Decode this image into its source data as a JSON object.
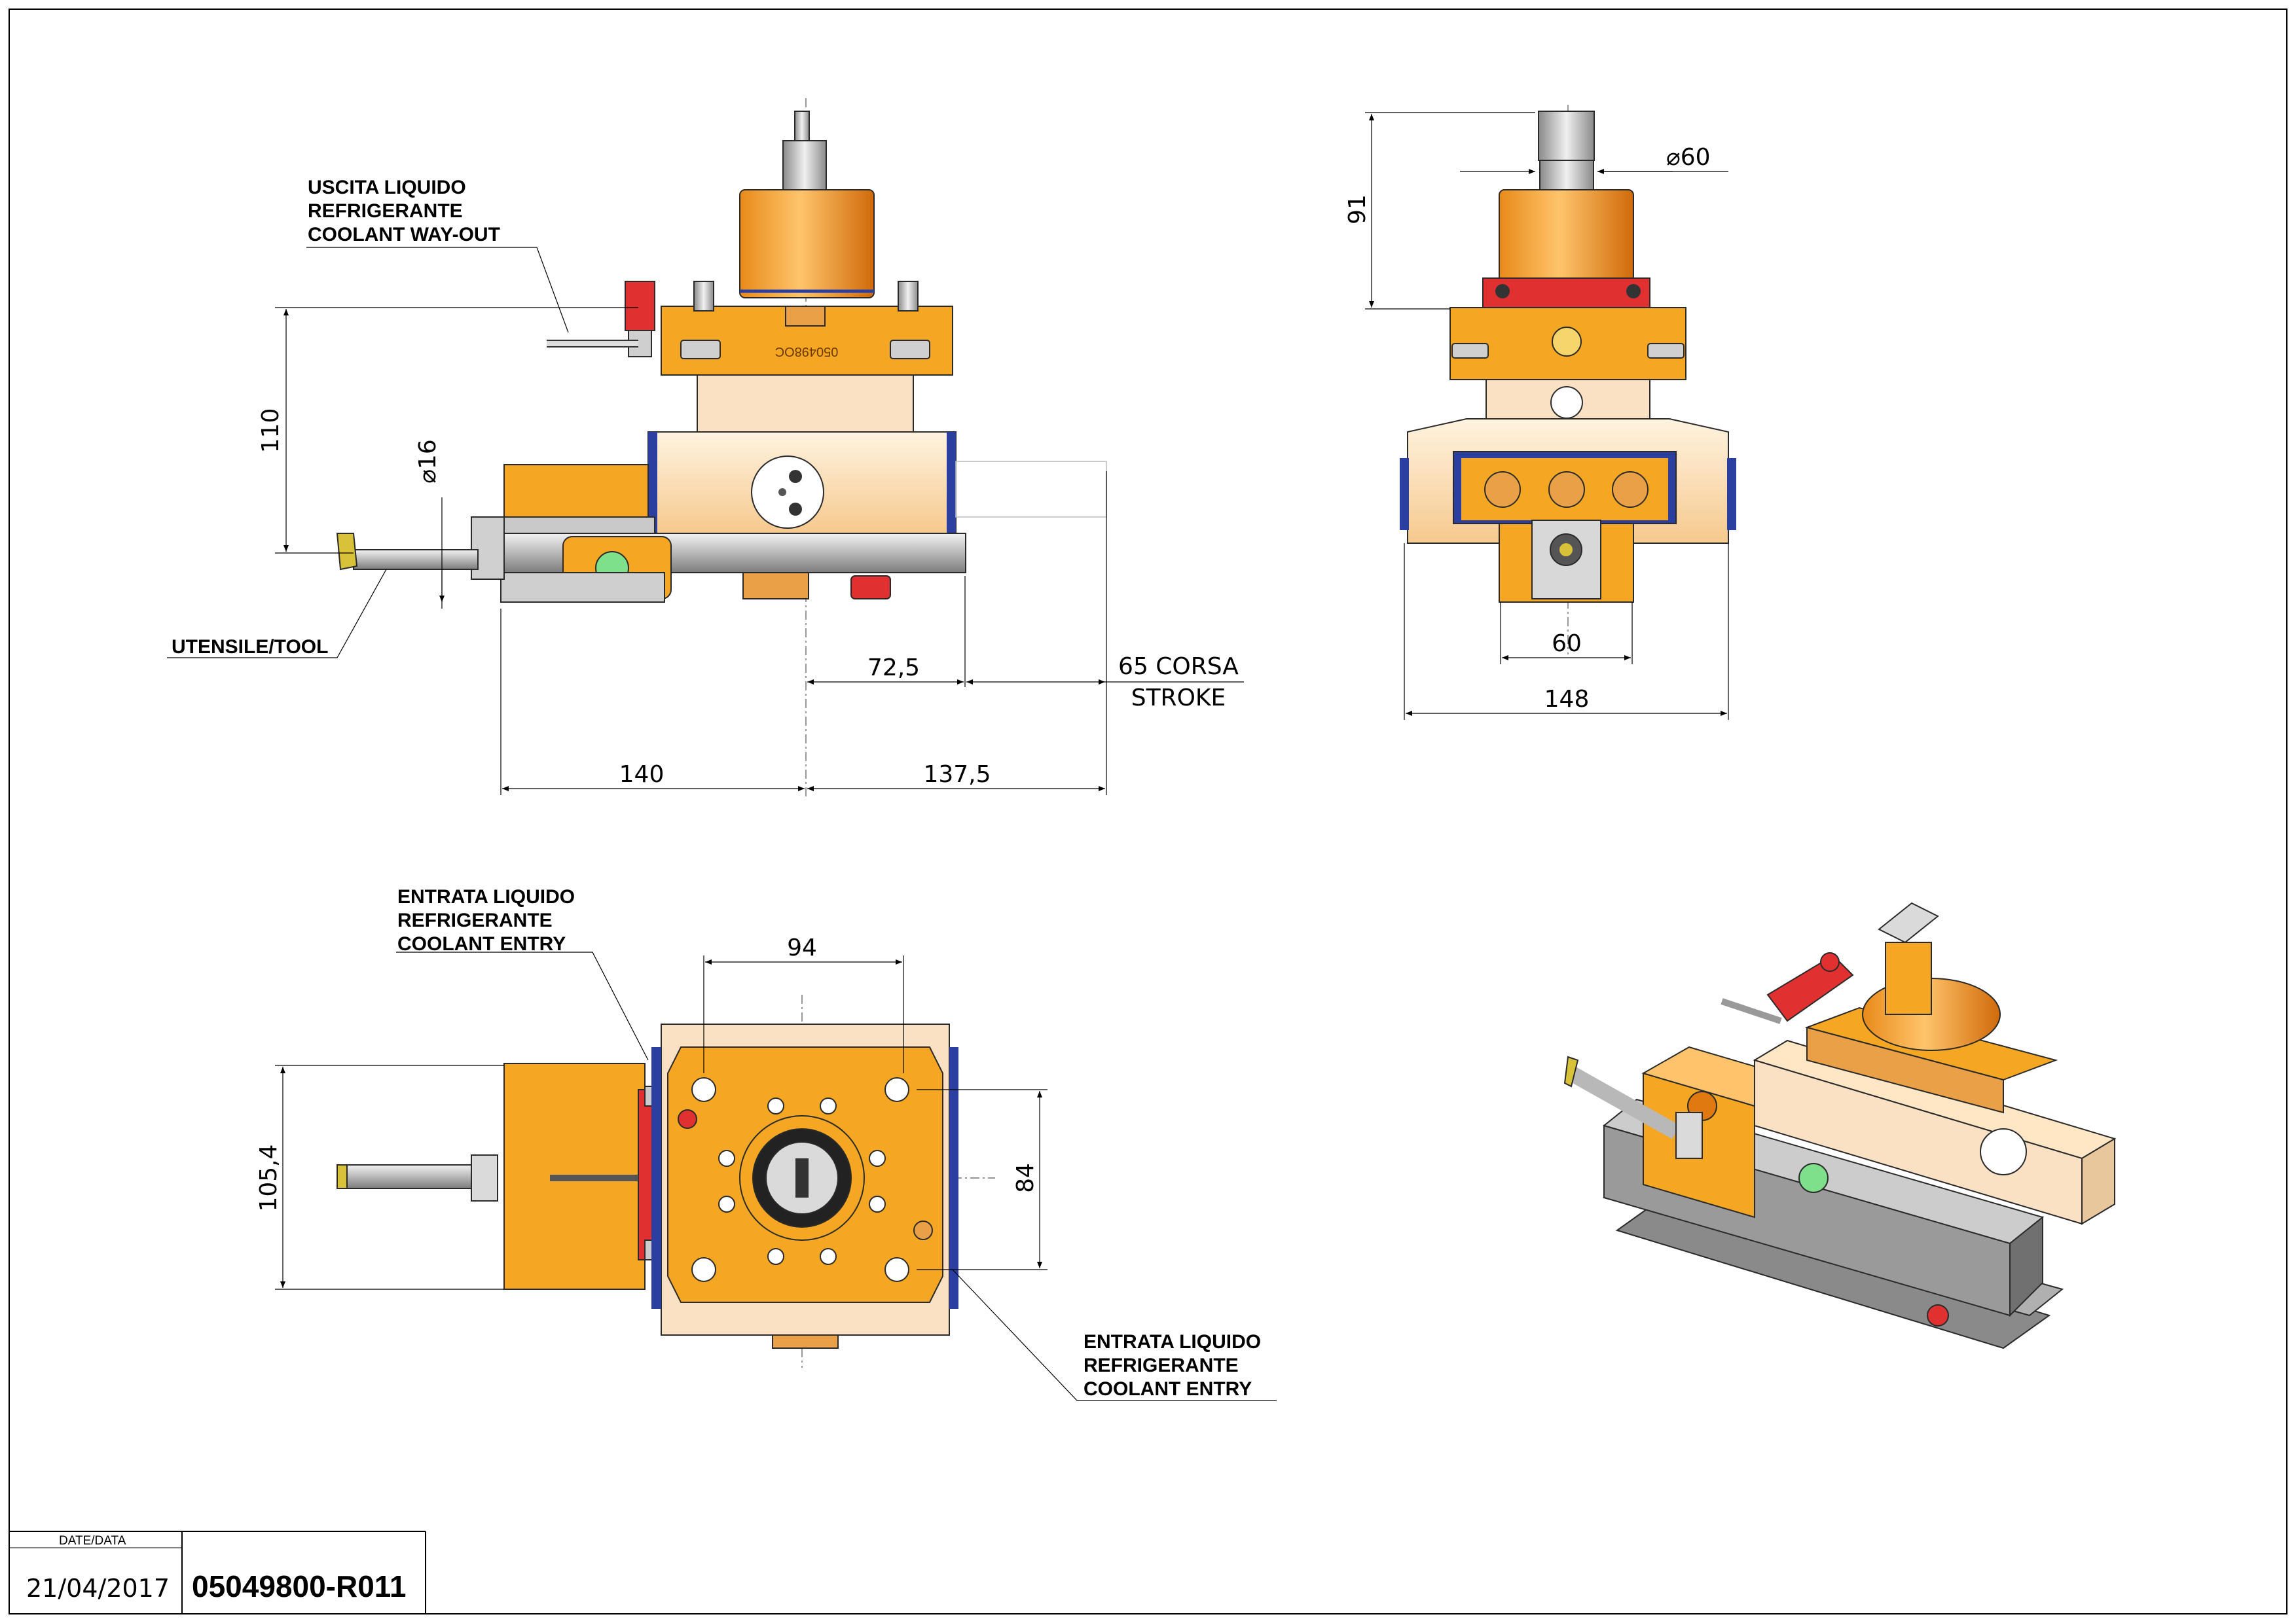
{
  "notes": {
    "coolant_out_it": "USCITA LIQUIDO",
    "coolant_out_it2": "REFRIGERANTE",
    "coolant_out_en": "COOLANT WAY-OUT",
    "tool": "UTENSILE/TOOL",
    "coolant_in_top_1": "ENTRATA LIQUIDO",
    "coolant_in_top_2": "REFRIGERANTE",
    "coolant_in_top_3": "COOLANT ENTRY",
    "coolant_in_bottom_1": "ENTRATA LIQUIDO",
    "coolant_in_bottom_2": "REFRIGERANTE",
    "coolant_in_bottom_3": "COOLANT ENTRY"
  },
  "dimensions": {
    "front_height": "110",
    "tool_diameter": "16",
    "offset_72_5": "72,5",
    "stroke_1": "65 CORSA",
    "stroke_2": "STROKE",
    "width_140": "140",
    "width_137_5": "137,5",
    "side_height": "91",
    "spindle_diameter": "60",
    "side_width_60": "60",
    "side_width_148": "148",
    "top_width_94": "94",
    "top_height_105_4": "105,4",
    "top_height_84": "84"
  },
  "symbols": {
    "diameter": "⌀"
  },
  "engraving": "050498OC",
  "title_block": {
    "date_label": "DATE/DATA",
    "date": "21/04/2017",
    "drawing_number": "05049800-R011"
  },
  "colors": {
    "body_orange": "#F5A623",
    "body_light": "#FBE3BF",
    "body_dark_orange": "#E07A10",
    "red_part": "#E03030",
    "steel": "#C8C8C8",
    "blue_seal": "#2A3FA0",
    "green_port": "#7EE08A"
  }
}
